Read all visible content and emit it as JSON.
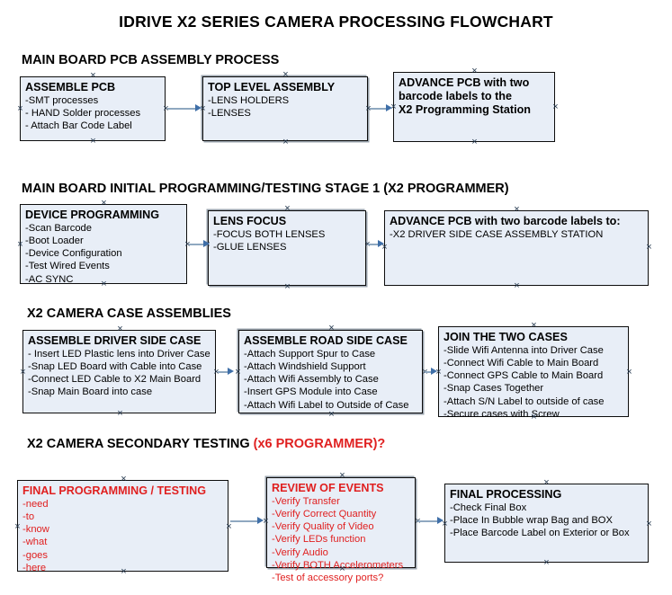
{
  "document": {
    "title": "IDRIVE X2  SERIES CAMERA PROCESSING FLOWCHART"
  },
  "sections": [
    {
      "id": "main-board-pcb-assembly",
      "heading": "MAIN BOARD PCB ASSEMBLY PROCESS",
      "heading_accent": "",
      "nodes": [
        {
          "id": "assemble-pcb",
          "title": "ASSEMBLE PCB",
          "lines": [
            "-SMT processes",
            "- HAND Solder processes",
            "- Attach Bar Code Label"
          ]
        },
        {
          "id": "top-level-assembly",
          "title": "TOP LEVEL ASSEMBLY",
          "lines": [
            "-LENS HOLDERS",
            "-LENSES"
          ]
        },
        {
          "id": "advance-pcb-to-x2-programming-station",
          "title": "ADVANCE PCB with two",
          "lines": [
            "barcode labels to the",
            " X2 Programming Station"
          ]
        }
      ]
    },
    {
      "id": "main-board-initial-programming",
      "heading": "MAIN BOARD INITIAL PROGRAMMING/TESTING STAGE 1 (X2 PROGRAMMER)",
      "heading_accent": "",
      "nodes": [
        {
          "id": "device-programming",
          "title": "DEVICE PROGRAMMING",
          "lines": [
            "-Scan Barcode",
            "-Boot Loader",
            "-Device Configuration",
            "-Test Wired Events",
            "-AC SYNC"
          ]
        },
        {
          "id": "lens-focus",
          "title": "LENS FOCUS",
          "lines": [
            "-FOCUS BOTH LENSES",
            "-GLUE LENSES"
          ]
        },
        {
          "id": "advance-pcb-to-driver-side-case-station",
          "title": "ADVANCE PCB with two barcode labels to:",
          "lines": [
            "-X2 DRIVER  SIDE  CASE  ASSEMBLY STATION"
          ]
        }
      ]
    },
    {
      "id": "x2-camera-case-assemblies",
      "heading": "X2 CAMERA CASE ASSEMBLIES",
      "heading_accent": "",
      "nodes": [
        {
          "id": "assemble-driver-side-case",
          "title": "ASSEMBLE DRIVER SIDE CASE",
          "lines": [
            "- Insert LED Plastic lens into Driver Case",
            "-Snap LED Board with Cable into Case",
            "-Connect LED Cable to X2 Main Board",
            "-Snap Main Board into case"
          ]
        },
        {
          "id": "assemble-road-side-case",
          "title": "ASSEMBLE ROAD SIDE CASE",
          "lines": [
            "-Attach Support Spur to Case",
            "-Attach Windshield Support",
            "-Attach Wifi Assembly to Case",
            "-Insert GPS Module into Case",
            "-Attach Wifi Label to Outside of Case"
          ]
        },
        {
          "id": "join-the-two-cases",
          "title": "JOIN THE TWO CASES",
          "lines": [
            "-Slide Wifi Antenna into Driver Case",
            "-Connect Wifi Cable to Main Board",
            "-Connect GPS Cable to Main Board",
            "-Snap Cases Together",
            "-Attach S/N Label to outside of case",
            "-Secure cases with Screw"
          ]
        }
      ]
    },
    {
      "id": "x2-camera-secondary-testing",
      "heading": "X2 CAMERA SECONDARY TESTING ",
      "heading_accent": "(x6 PROGRAMMER)?",
      "nodes": [
        {
          "id": "final-programming-testing",
          "title": "FINAL PROGRAMMING / TESTING",
          "lines": [
            "-need",
            "-to",
            "-know",
            "-what",
            "-goes",
            "-here"
          ]
        },
        {
          "id": "review-of-events",
          "title": "REVIEW OF EVENTS",
          "lines": [
            "-Verify Transfer",
            "-Verify Correct Quantity",
            "-Verify Quality of Video",
            "-Verify LEDs function",
            "-Verify Audio",
            "-Verify BOTH Accelerometers",
            "-Test of accessory ports?"
          ]
        },
        {
          "id": "final-processing",
          "title": "FINAL PROCESSING",
          "lines": [
            " -Check Final Box",
            "-Place In Bubble wrap Bag and BOX",
            "-Place Barcode Label on Exterior or Box"
          ]
        }
      ]
    }
  ],
  "colors": {
    "node_fill": "#e8eef7",
    "node_border": "#0d0d0d",
    "node_shadow": "#9aa3ad",
    "connector": "#8fa8c0",
    "arrow": "#3f6fa8",
    "accent_red": "#e02020",
    "text": "#000000"
  }
}
